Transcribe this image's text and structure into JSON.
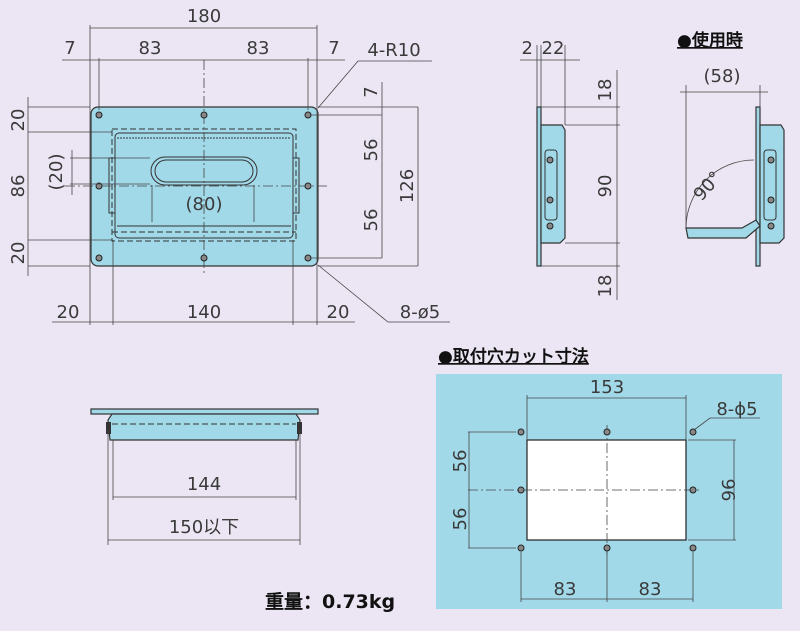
{
  "front_view": {
    "overall_width": "180",
    "edge_left": "7",
    "pitch_left": "83",
    "pitch_right": "83",
    "edge_right": "7",
    "corner_radius": "4-R10",
    "left_top": "20",
    "left_middle": "86",
    "left_bottom": "20",
    "slot_height": "(20)",
    "slot_width": "(80)",
    "right_top": "7",
    "right_upper": "56",
    "right_lower": "56",
    "overall_height": "126",
    "bottom_left": "20",
    "bottom_middle": "140",
    "bottom_right": "20",
    "holes": "8-ø5"
  },
  "side_view": {
    "thickness": "2",
    "depth": "22",
    "top": "18",
    "middle": "90",
    "bottom": "18"
  },
  "in_use_view": {
    "title": "●使用時",
    "projection": "(58)",
    "angle": "90°"
  },
  "bottom_view": {
    "inner_width": "144",
    "max_width": "150以下"
  },
  "weight": "重量：0.73kg",
  "cutout": {
    "title": "●取付穴カット寸法",
    "width": "153",
    "holes": "8-ϕ5",
    "upper": "56",
    "lower": "56",
    "height": "96",
    "pitch_left": "83",
    "pitch_right": "83"
  },
  "colors": {
    "background": "#ece6f4",
    "part_fill": "#a2d9e9"
  }
}
